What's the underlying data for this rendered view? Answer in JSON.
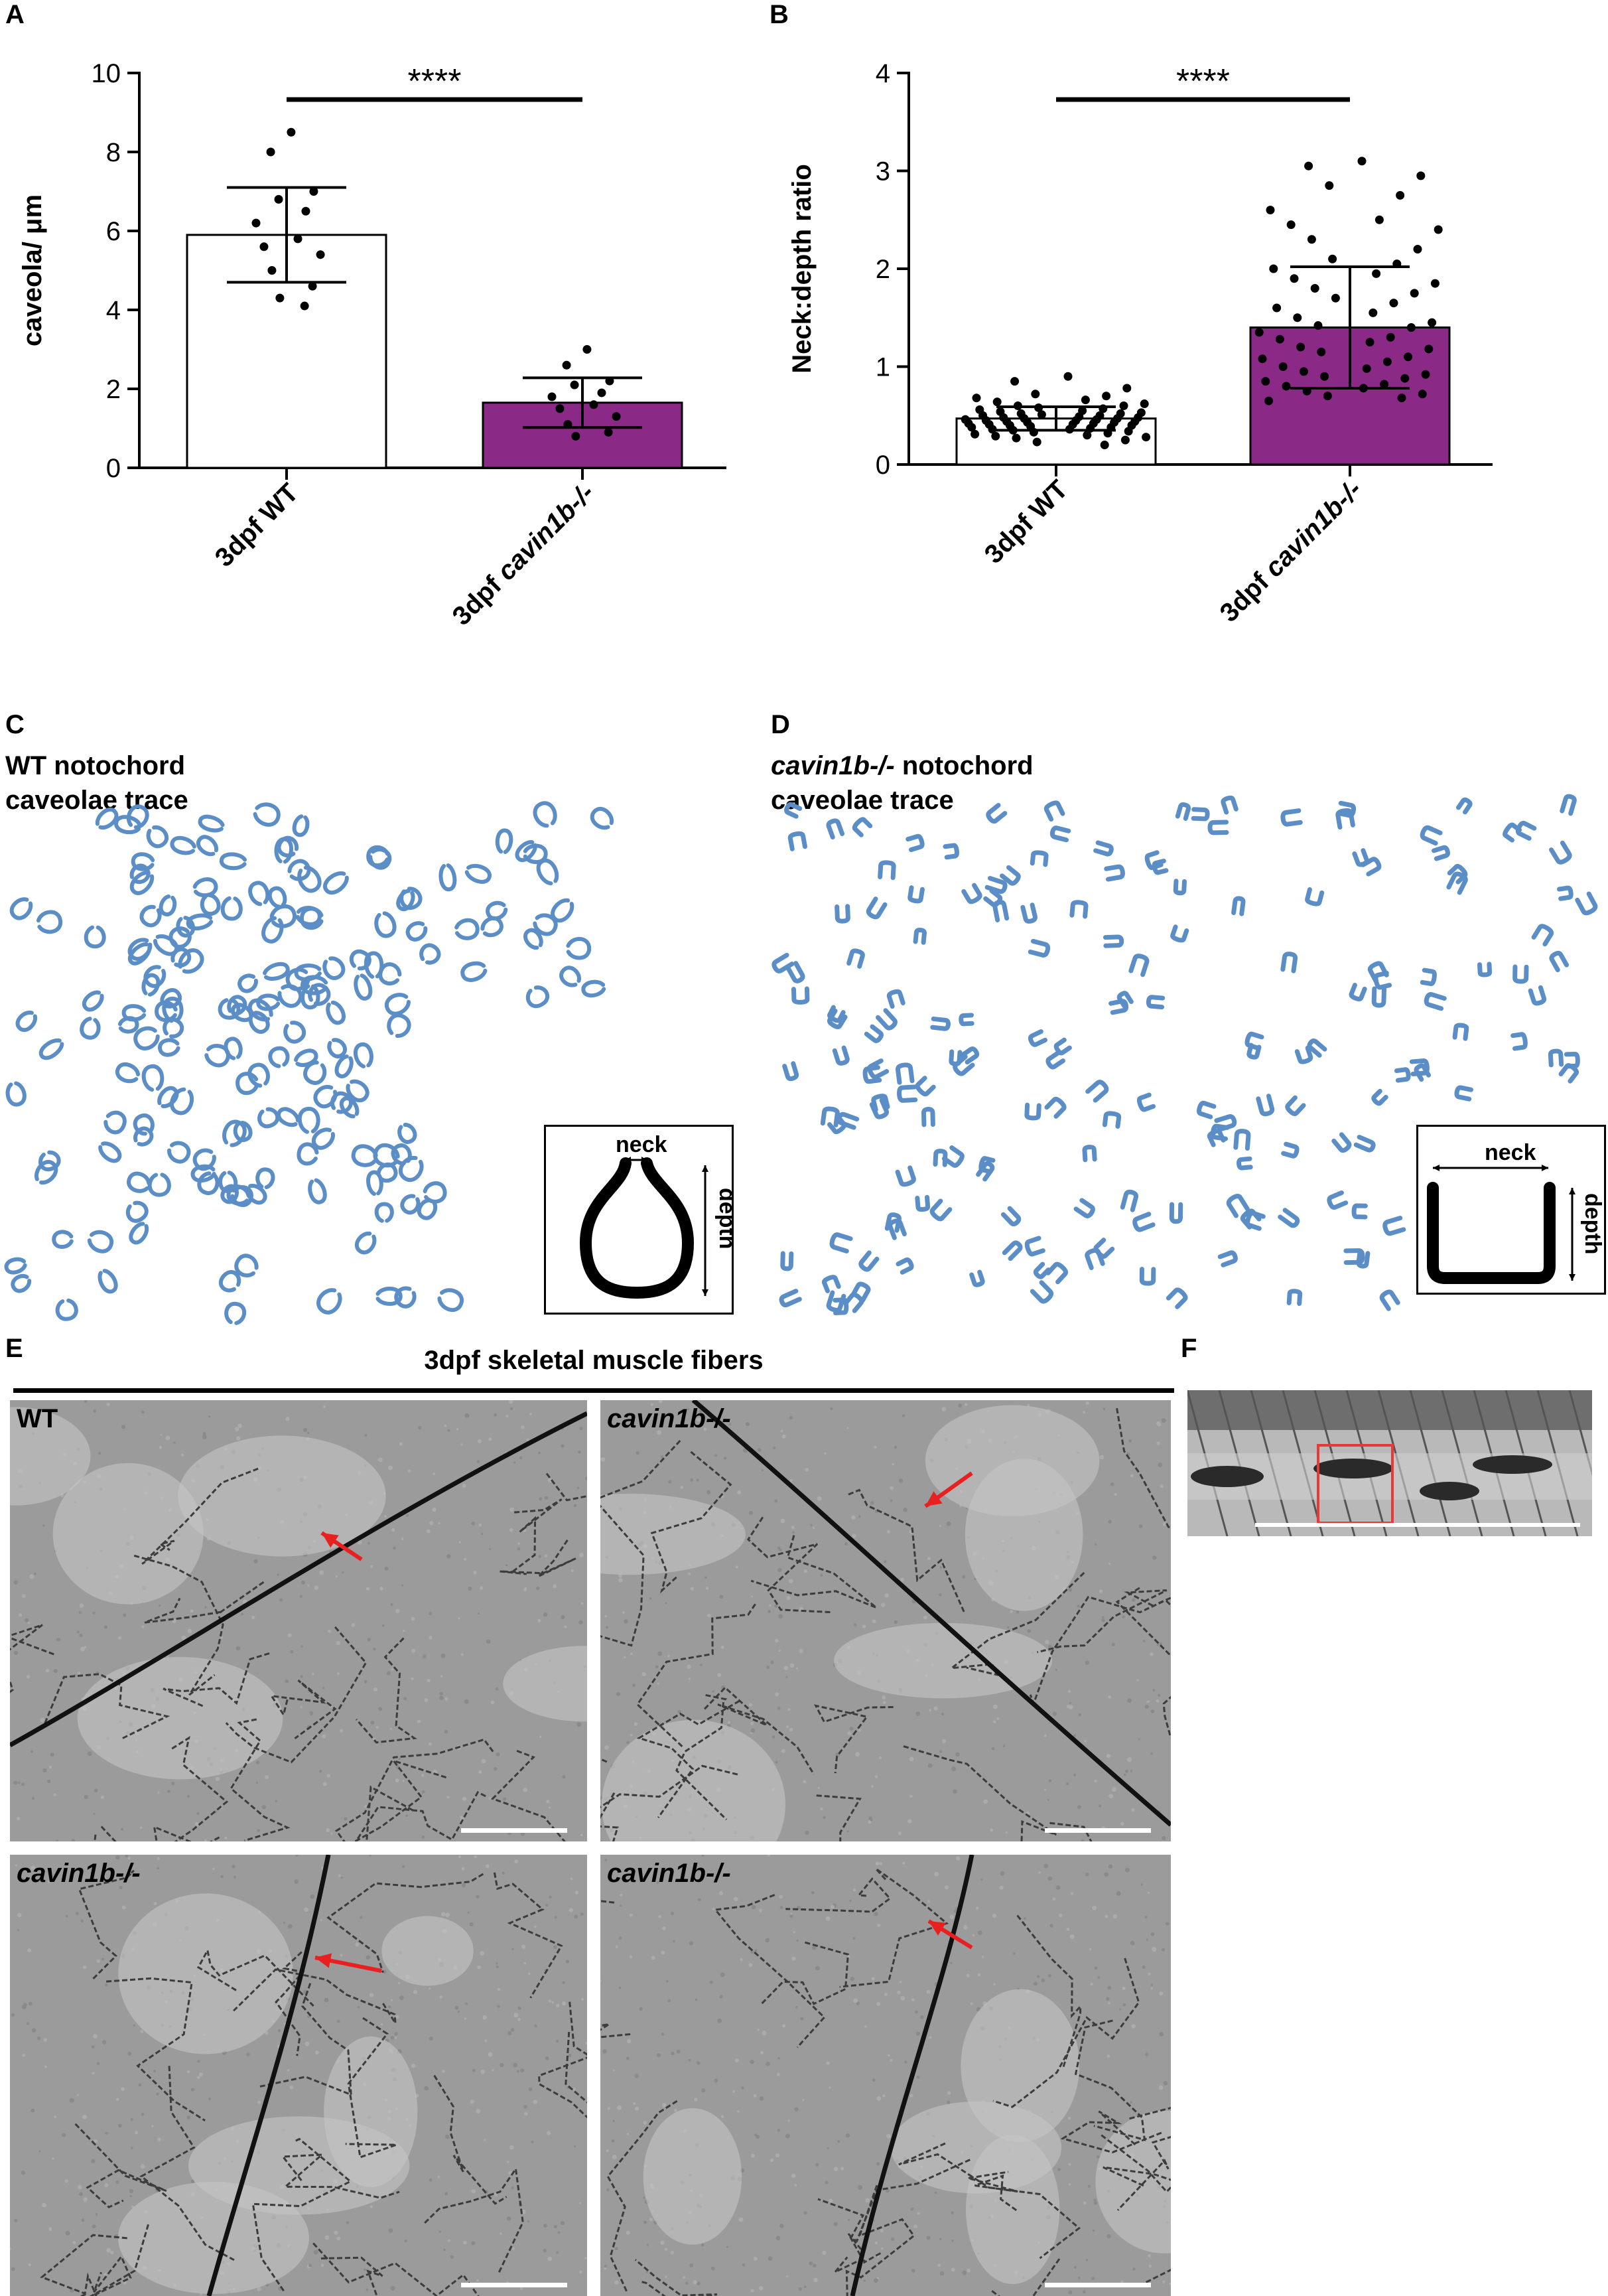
{
  "panels": {
    "A": "A",
    "B": "B",
    "C": "C",
    "D": "D",
    "E": "E",
    "F": "F"
  },
  "chart_data": [
    {
      "panel": "A",
      "type": "bar",
      "categories": [
        "3dpf WT",
        "3dpf cavin1b-/-"
      ],
      "category_italic_part": [
        "",
        "cavin1b-/-"
      ],
      "values": [
        5.9,
        1.65
      ],
      "error_sd": [
        1.2,
        0.63
      ],
      "points": [
        [
          8.5,
          8.0,
          7.0,
          6.8,
          6.5,
          6.2,
          5.8,
          5.6,
          5.4,
          5.0,
          4.6,
          4.3,
          4.1
        ],
        [
          3.0,
          2.6,
          2.2,
          2.1,
          1.9,
          1.8,
          1.6,
          1.5,
          1.3,
          1.1,
          0.9,
          0.8
        ]
      ],
      "bar_colors": [
        "#ffffff",
        "#8b2a86"
      ],
      "ylabel": "caveola/ μm",
      "ylim": [
        0,
        10
      ],
      "yticks": [
        "0",
        "2",
        "4",
        "6",
        "8",
        "10"
      ],
      "significance": "****"
    },
    {
      "panel": "B",
      "type": "bar",
      "categories": [
        "3dpf WT",
        "3dpf cavin1b-/-"
      ],
      "category_italic_part": [
        "",
        "cavin1b-/-"
      ],
      "values": [
        0.47,
        1.4
      ],
      "error_sd": [
        0.12,
        0.62
      ],
      "points": [
        [
          0.9,
          0.85,
          0.78,
          0.72,
          0.7,
          0.68,
          0.66,
          0.64,
          0.62,
          0.6,
          0.6,
          0.58,
          0.57,
          0.56,
          0.55,
          0.54,
          0.53,
          0.52,
          0.52,
          0.51,
          0.5,
          0.5,
          0.49,
          0.48,
          0.48,
          0.47,
          0.47,
          0.46,
          0.46,
          0.45,
          0.45,
          0.44,
          0.44,
          0.43,
          0.43,
          0.42,
          0.42,
          0.41,
          0.41,
          0.4,
          0.4,
          0.39,
          0.38,
          0.38,
          0.37,
          0.36,
          0.36,
          0.35,
          0.34,
          0.33,
          0.32,
          0.31,
          0.3,
          0.29,
          0.28,
          0.27,
          0.25,
          0.23,
          0.2
        ],
        [
          3.1,
          3.05,
          2.95,
          2.85,
          2.75,
          2.6,
          2.5,
          2.45,
          2.4,
          2.3,
          2.2,
          2.1,
          2.05,
          2.0,
          1.95,
          1.9,
          1.85,
          1.8,
          1.75,
          1.7,
          1.65,
          1.6,
          1.55,
          1.5,
          1.45,
          1.42,
          1.4,
          1.35,
          1.3,
          1.28,
          1.25,
          1.2,
          1.18,
          1.15,
          1.1,
          1.08,
          1.05,
          1.0,
          0.98,
          0.95,
          0.92,
          0.9,
          0.88,
          0.85,
          0.82,
          0.8,
          0.78,
          0.75,
          0.72,
          0.7,
          0.68,
          0.65
        ]
      ],
      "bar_colors": [
        "#ffffff",
        "#8b2a86"
      ],
      "ylabel": "Neck:depth ratio",
      "ylim": [
        0,
        4
      ],
      "yticks": [
        "0",
        "1",
        "2",
        "3",
        "4"
      ],
      "significance": "****"
    }
  ],
  "traceC": {
    "title_line1": "WT notochord",
    "title_line2": "caveolae trace",
    "trace_color": "#5b8ec6",
    "legend_neck": "neck",
    "legend_depth": "depth"
  },
  "traceD": {
    "title_italic": "cavin1b-/-",
    "title_rest": " notochord",
    "title_line2": "caveolae trace",
    "trace_color": "#5b8ec6",
    "legend_neck": "neck",
    "legend_depth": "depth"
  },
  "panelE": {
    "title": "3dpf skeletal muscle fibers",
    "images": [
      {
        "label": "WT",
        "italic": false
      },
      {
        "label": "cavin1b-/-",
        "italic": true
      },
      {
        "label": "cavin1b-/-",
        "italic": true
      },
      {
        "label": "cavin1b-/-",
        "italic": true
      }
    ],
    "arrow_color": "#e82020"
  },
  "panelF": {
    "box_color": "#e8383a"
  }
}
